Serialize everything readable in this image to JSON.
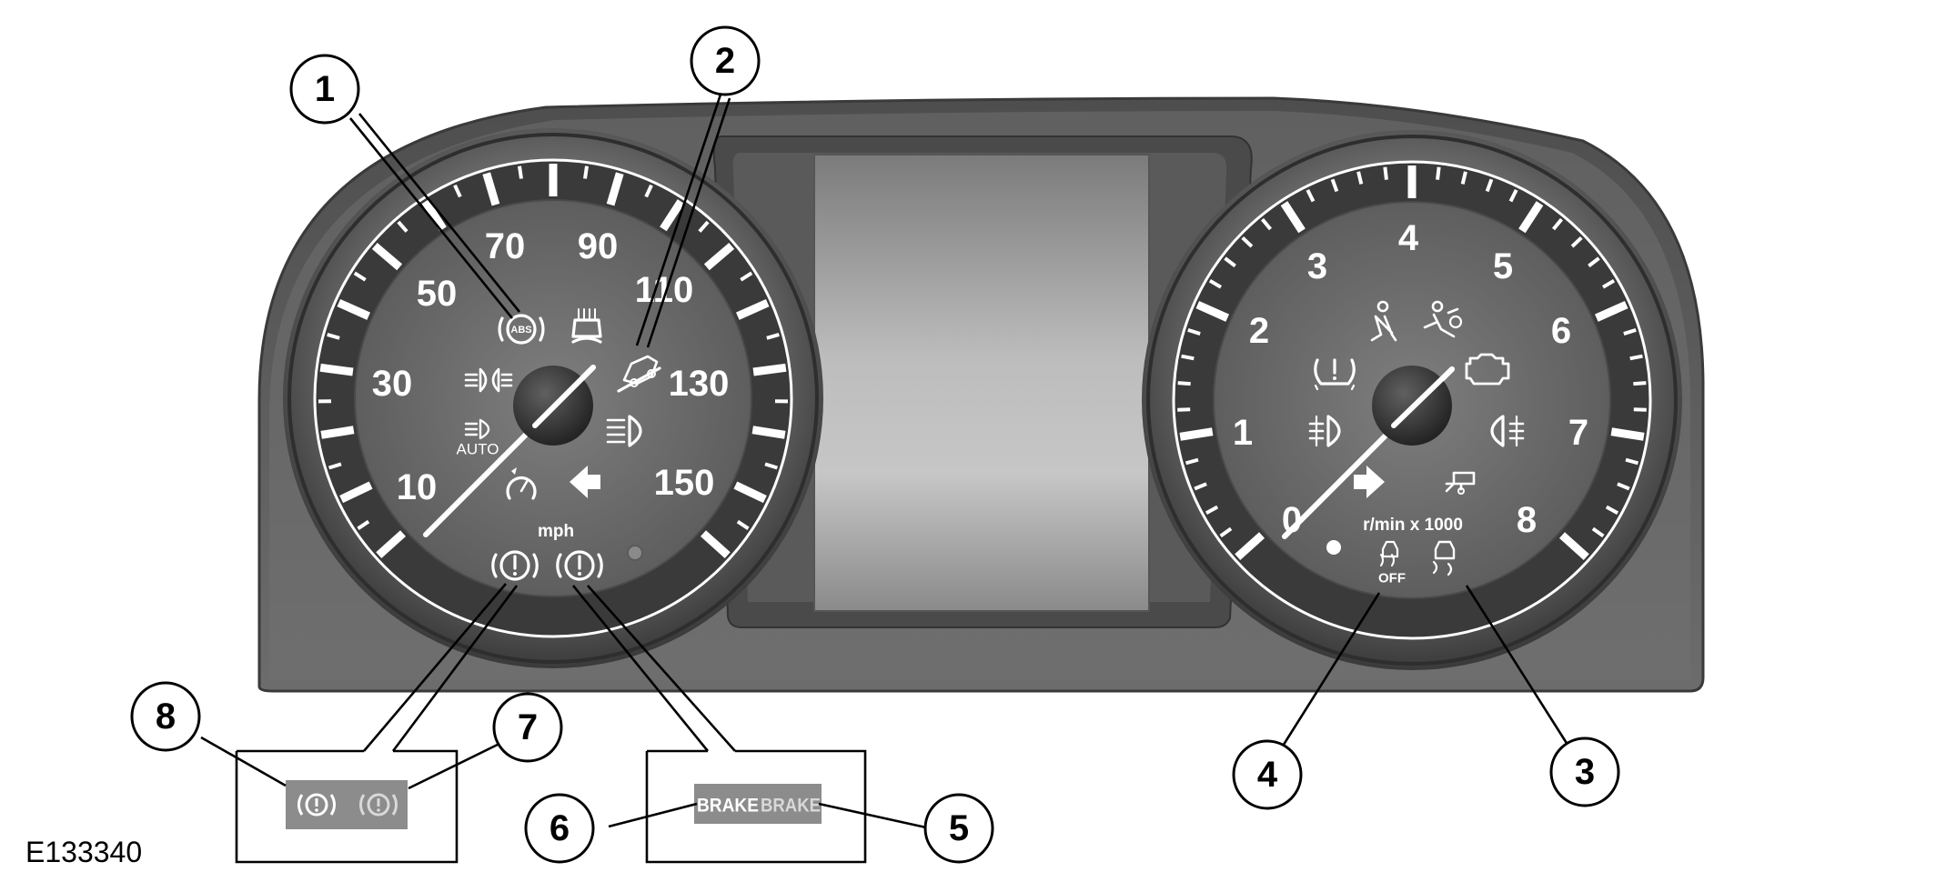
{
  "speedometer": {
    "labels": [
      "10",
      "30",
      "50",
      "70",
      "90",
      "110",
      "130",
      "150"
    ],
    "unit": "mph",
    "icons": {
      "auto_lamp": "AUTO",
      "abs": "ABS"
    }
  },
  "tachometer": {
    "labels": [
      "0",
      "1",
      "2",
      "3",
      "4",
      "5",
      "6",
      "7",
      "8"
    ],
    "unit": "r/min x 1000",
    "icons": {
      "dsc_off": "OFF"
    }
  },
  "callouts": [
    "1",
    "2",
    "3",
    "4",
    "5",
    "6",
    "7",
    "8"
  ],
  "insets": {
    "brake_left": "BRAKE",
    "brake_right": "BRAKE"
  },
  "reference": "E133340"
}
